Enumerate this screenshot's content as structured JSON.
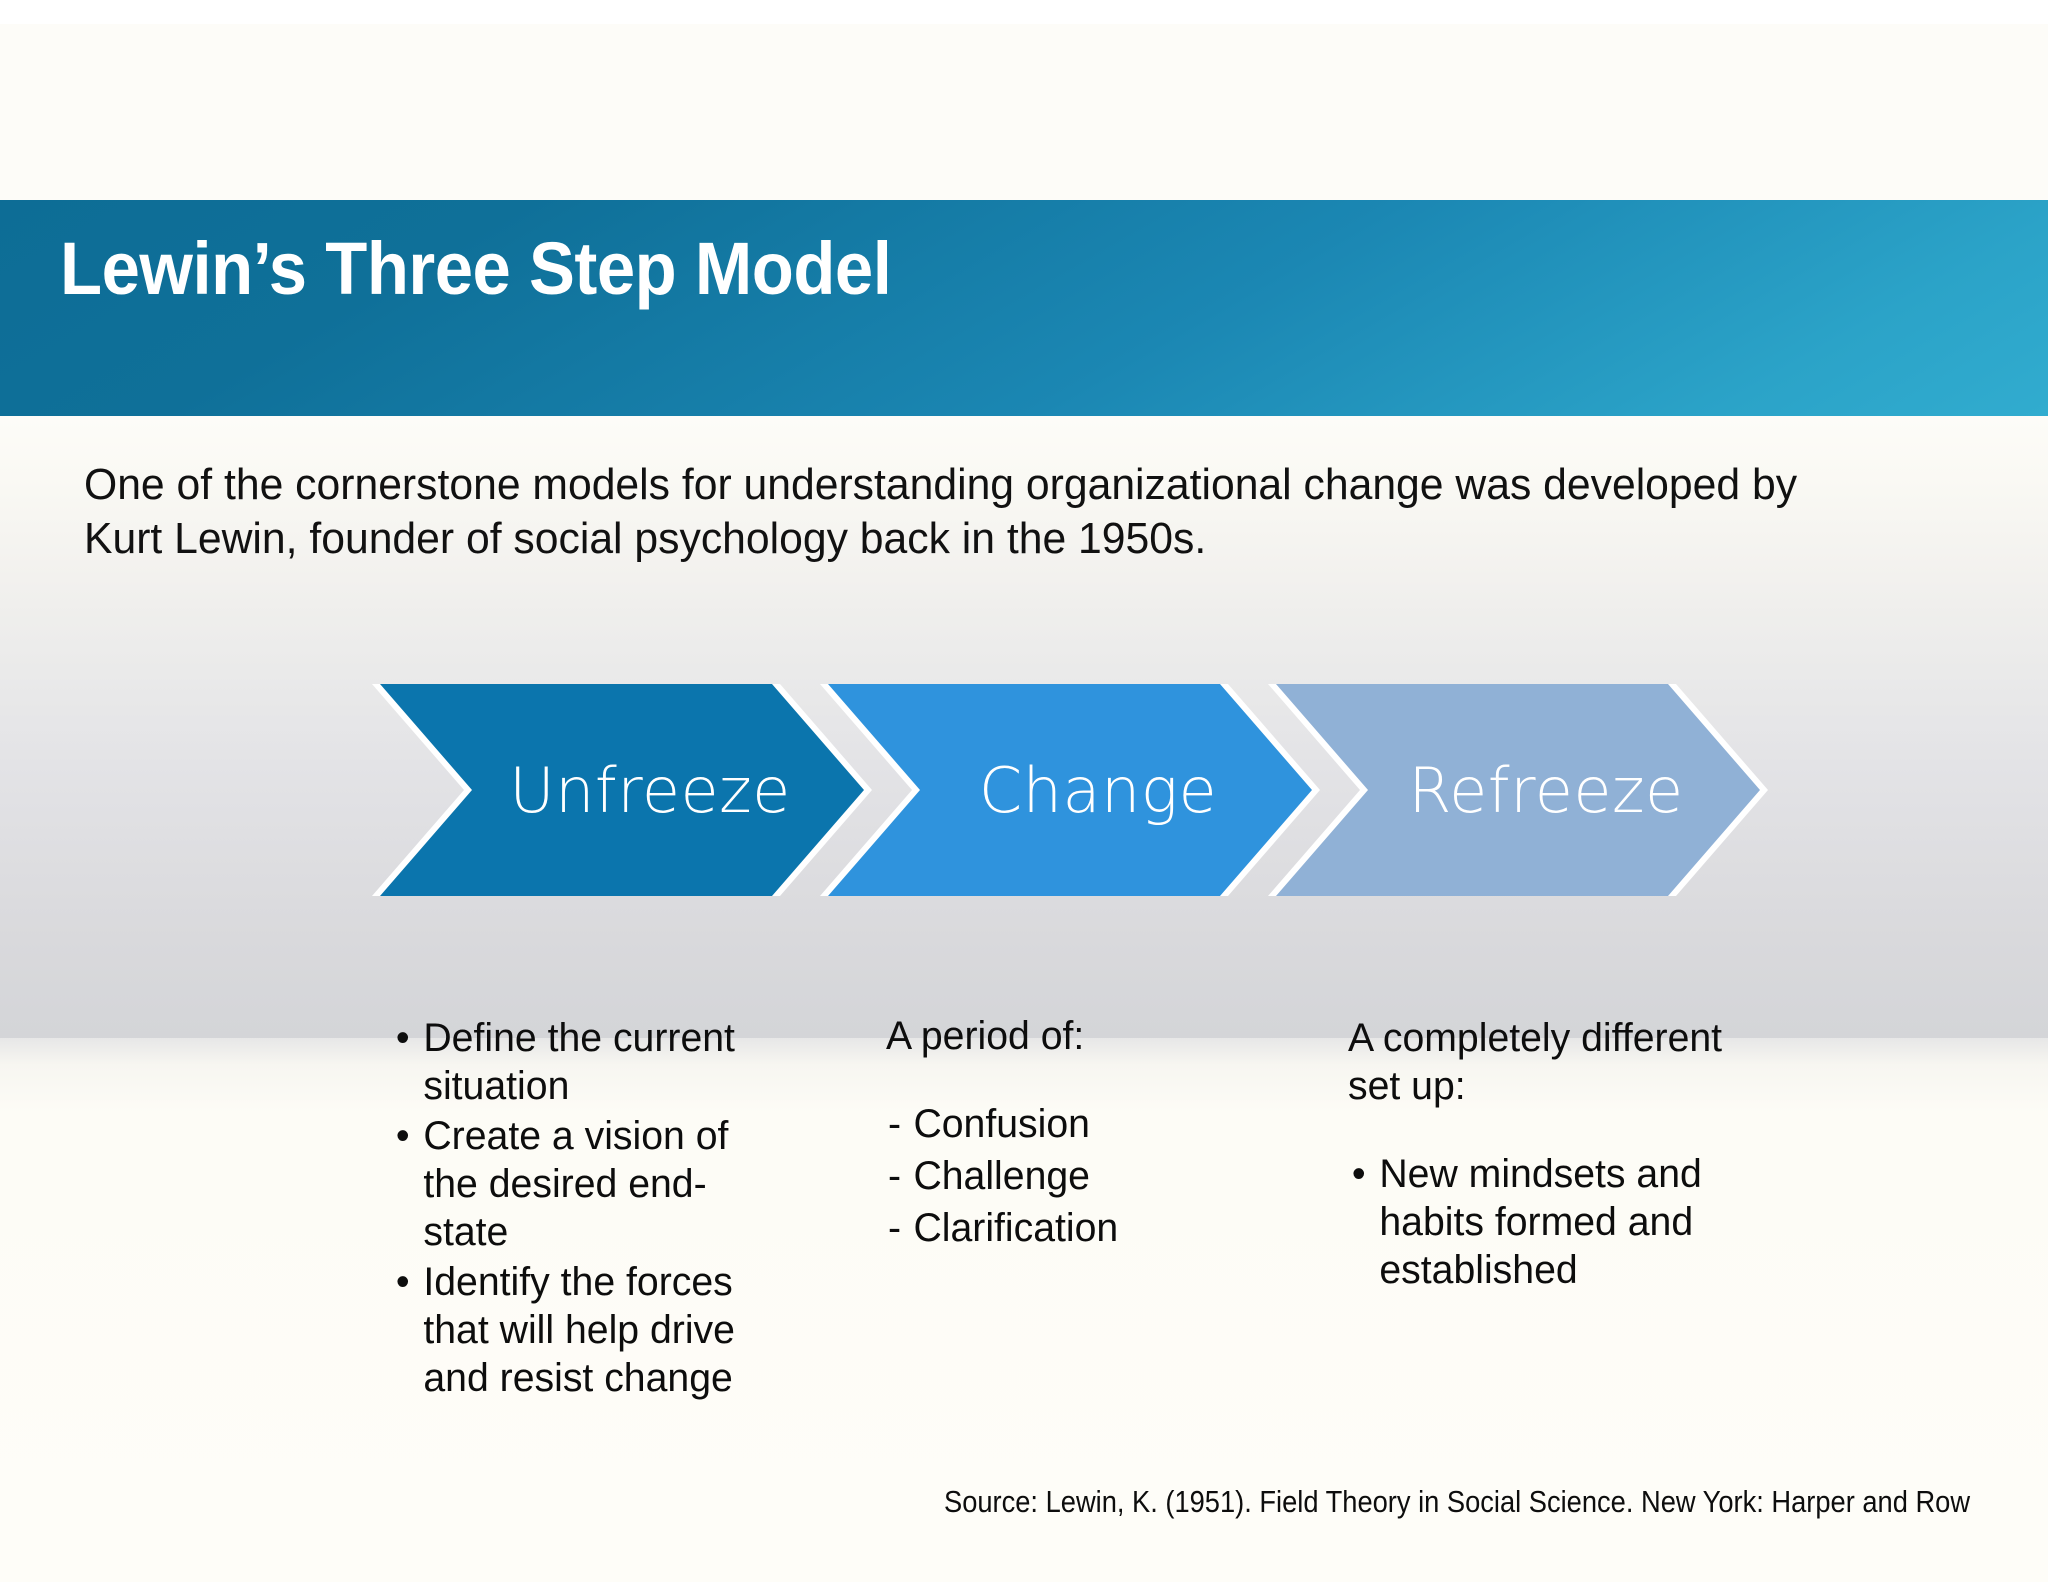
{
  "slide": {
    "title": "Lewin’s Three Step Model",
    "intro_line_1": "One of the cornerstone models for understanding organizational change was developed by",
    "intro_line_2": "Kurt Lewin, founder of social psychology back in the 1950s.",
    "source": "Source: Lewin, K. (1951). Field Theory in Social Science. New York: Harper and Row"
  },
  "colors": {
    "banner_dark": "#0d6d96",
    "banner_light": "#31accf",
    "unfreeze": "#0b75ad",
    "change": "#2f93dd",
    "refreeze": "#90b1d6",
    "page_cream": "#fdfcf8",
    "band_grey": "#d4d5d8",
    "text": "#0d0d0d"
  },
  "steps": [
    {
      "label": "Unfreeze",
      "color": "#0b75ad"
    },
    {
      "label": "Change",
      "color": "#2f93dd"
    },
    {
      "label": "Refreeze",
      "color": "#90b1d6"
    }
  ],
  "columns": [
    {
      "heading": "",
      "bullets": [
        "Define the current situation",
        "Create a vision of the desired end-state",
        "Identify the forces that will help drive and resist change"
      ],
      "dashes": []
    },
    {
      "heading": "A period of:",
      "bullets": [],
      "dashes": [
        "Confusion",
        "Challenge",
        "Clarification"
      ]
    },
    {
      "heading": "A completely different set up:",
      "bullets": [
        "New mindsets and habits formed and established"
      ],
      "dashes": []
    }
  ]
}
